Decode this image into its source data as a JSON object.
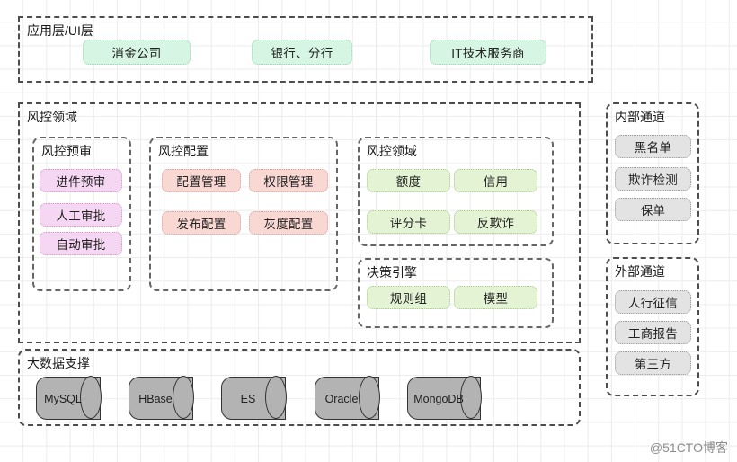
{
  "diagram": {
    "watermark": "@51CTO博客",
    "colors": {
      "mint": "#d6f5e3",
      "lime": "#e3f3d3",
      "magenta": "#f6d7f3",
      "salmon": "#f9d8d4",
      "gray": "#e3e3e3",
      "border": "#4d4d4d",
      "cylinder": "#b3b3b3"
    },
    "groups": {
      "application_layer": {
        "title": "应用层/UI层",
        "tags": [
          "消金公司",
          "银行、分行",
          "IT技术服务商"
        ]
      },
      "risk_control_area": {
        "title": "风控领域",
        "pre_audit": {
          "title": "风控预审",
          "tags": [
            "进件预审",
            "人工审批",
            "自动审批"
          ]
        },
        "config": {
          "title": "风控配置",
          "tags": [
            "配置管理",
            "权限管理",
            "发布配置",
            "灰度配置"
          ]
        },
        "domain": {
          "title": "风控领域",
          "tags": [
            "额度",
            "信用",
            "评分卡",
            "反欺诈"
          ]
        },
        "decision_engine": {
          "title": "决策引擎",
          "tags": [
            "规则组",
            "模型"
          ]
        }
      },
      "internal_channel": {
        "title": "内部通道",
        "tags": [
          "黑名单",
          "欺诈检测",
          "保单"
        ]
      },
      "external_channel": {
        "title": "外部通道",
        "tags": [
          "人行征信",
          "工商报告",
          "第三方"
        ]
      },
      "big_data": {
        "title": "大数据支撑",
        "databases": [
          "MySQL",
          "HBase",
          "ES",
          "Oracle",
          "MongoDB"
        ]
      }
    }
  }
}
